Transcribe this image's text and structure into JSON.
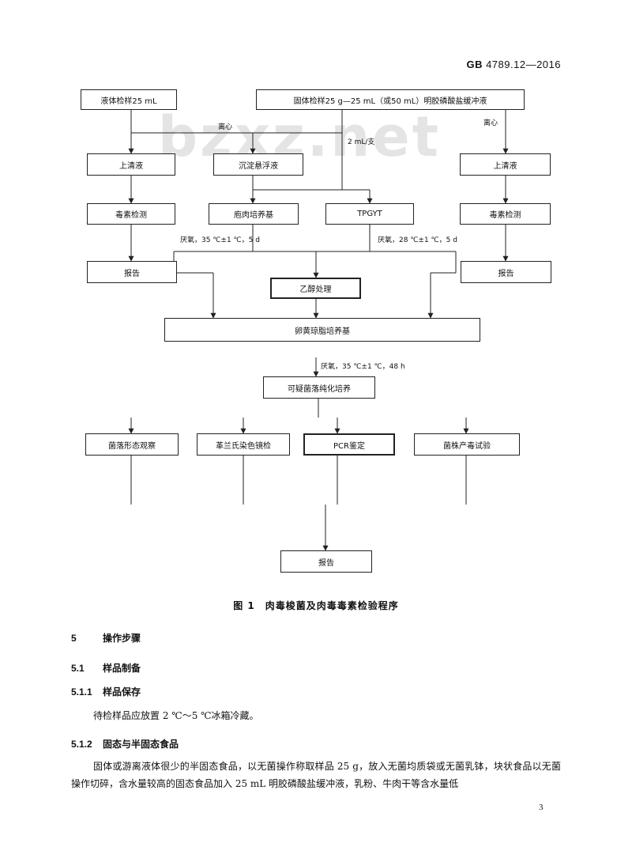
{
  "header": {
    "gb": "GB",
    "code": "4789.12—2016"
  },
  "watermark": "bzxz.net",
  "flowchart": {
    "boxes": {
      "liquid_sample": "液体检样25 mL",
      "solid_sample": "固体检样25 g—25 mL（或50 mL）明胶磷酸盐缓冲液",
      "supernatant_left": "上清液",
      "sediment_suspension": "沉淀悬浮液",
      "supernatant_right": "上清液",
      "toxin_test_left": "毒素检测",
      "cooked_meat_medium": "庖肉培养基",
      "tpgyt": "TPGYT",
      "toxin_test_right": "毒素检测",
      "report_left": "报告",
      "report_right": "报告",
      "ethanol_treatment": "乙醇处理",
      "egg_yolk_agar": "卵黄琼脂培养基",
      "suspect_colony_culture": "可疑菌落纯化培养",
      "colony_morphology": "菌落形态观察",
      "gram_stain": "革兰氏染色镜检",
      "pcr": "PCR鉴定",
      "toxin_production_test": "菌株产毒试验",
      "report_final": "报告"
    },
    "notes": {
      "centrifuge_left": "离心",
      "centrifuge_right": "离心",
      "ml_per_tube": "2 mL/支",
      "anaerobic_35": "厌氧，35 ℃±1 ℃，5 d",
      "anaerobic_28": "厌氧，28 ℃±1 ℃，5 d",
      "anaerobic_48h": "厌氧，35 ℃±1 ℃，48 h"
    }
  },
  "figure_caption": "图 1　肉毒梭菌及肉毒毒素检验程序",
  "sections": {
    "s5": {
      "num": "5",
      "title": "操作步骤"
    },
    "s5_1": {
      "num": "5.1",
      "title": "样品制备"
    },
    "s5_1_1": {
      "num": "5.1.1",
      "title": "样品保存"
    },
    "s5_1_1_text": "待检样品应放置 2 ℃～5 ℃冰箱冷藏。",
    "s5_1_2": {
      "num": "5.1.2",
      "title": "固态与半固态食品"
    },
    "s5_1_2_text": "固体或游离液体很少的半固态食品，以无菌操作称取样品 25 g，放入无菌均质袋或无菌乳钵，块状食品以无菌操作切碎，含水量较高的固态食品加入 25 mL 明胶磷酸盐缓冲液，乳粉、牛肉干等含水量低"
  },
  "page_number": "3"
}
